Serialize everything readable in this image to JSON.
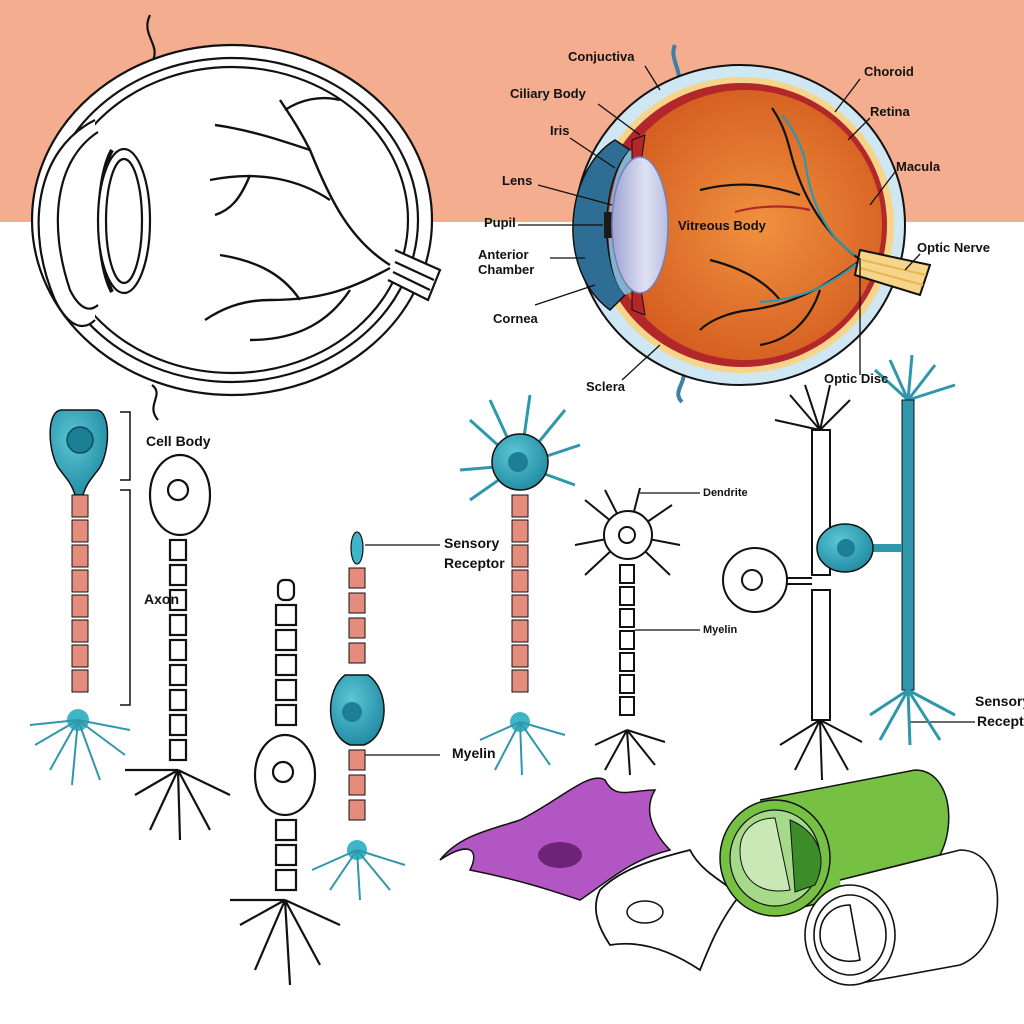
{
  "colors": {
    "band": "#f4ae8f",
    "outline": "#111111",
    "teal": "#2f97ac",
    "teal_light": "#3fb5c8",
    "myelin_pink": "#e58d7d",
    "eye_orange": "#e9772c",
    "eye_red": "#b3262a",
    "cornea_blue": "#3f7ea6",
    "lens_lavender": "#c8cbe8",
    "sclera_blue": "#cfe7f2",
    "nerve_yellow": "#f6d58b",
    "glia_purple": "#b256c4",
    "fiber_green": "#76c043",
    "fiber_dark_green": "#3c8d2a"
  },
  "eye_labels": {
    "conjunctiva": "Conjuctiva",
    "ciliary_body": "Ciliary Body",
    "iris": "Iris",
    "lens": "Lens",
    "pupil": "Pupil",
    "anterior_chamber_1": "Anterior",
    "anterior_chamber_2": "Chamber",
    "cornea": "Cornea",
    "sclera": "Sclera",
    "choroid": "Choroid",
    "retina": "Retina",
    "macula": "Macula",
    "optic_nerve": "Optic Nerve",
    "optic_disc": "Optic Disc",
    "vitreous_body": "Vitreous Body"
  },
  "neuron_labels": {
    "cell_body": "Cell Body",
    "axon": "Axon",
    "sensory_receptor_1": "Sensory",
    "sensory_receptor_2": "Receptor",
    "myelin_bottom": "Myelin",
    "dendrite": "Dendrite",
    "myelin_right": "Myelin",
    "sensory_right_1": "Sensory",
    "sensory_right_2": "Receptor"
  }
}
